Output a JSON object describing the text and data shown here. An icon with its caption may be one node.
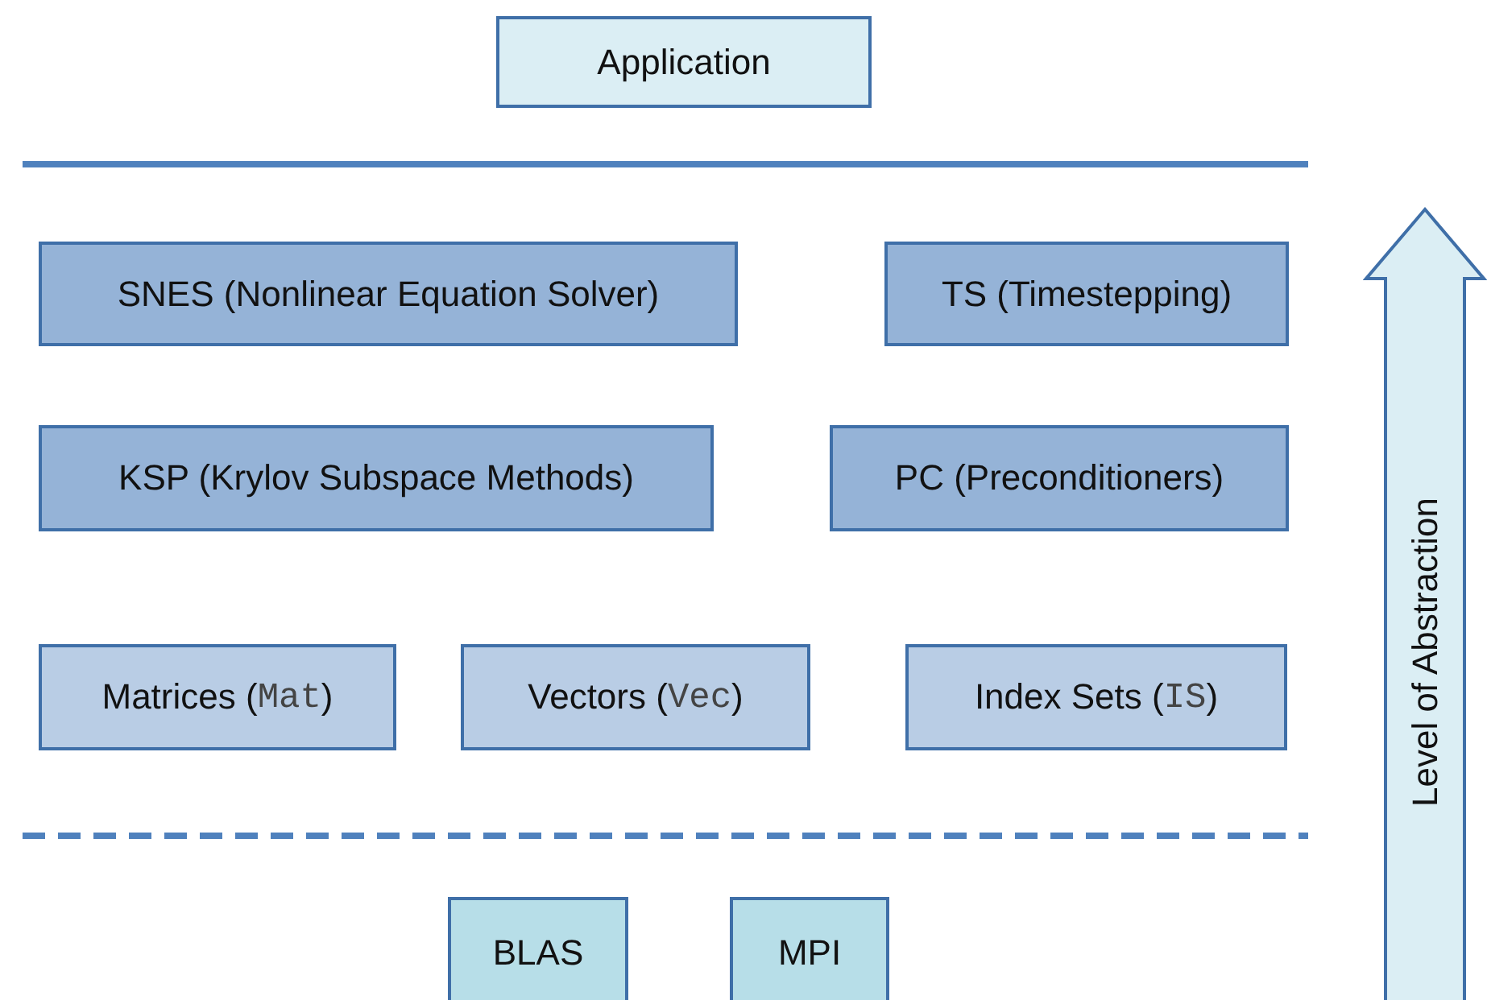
{
  "diagram": {
    "nodes": [
      {
        "text": [
          "Application"
        ]
      },
      {
        "text": [
          "SNES (Nonlinear Equation Solver)"
        ]
      },
      {
        "text": [
          "TS (Timestepping)"
        ]
      },
      {
        "text": [
          "KSP (Krylov Subspace Methods)"
        ]
      },
      {
        "text": [
          "PC (Preconditioners)"
        ]
      },
      {
        "text": [
          "Matrices (Mat)"
        ]
      },
      {
        "text": [
          "Vectors (Vec)"
        ]
      },
      {
        "text": [
          "Index Sets (IS)"
        ]
      },
      {
        "text": [
          "BLAS"
        ]
      },
      {
        "text": [
          "MPI"
        ]
      },
      {
        "text": [
          "Level of Abstraction"
        ]
      }
    ]
  }
}
